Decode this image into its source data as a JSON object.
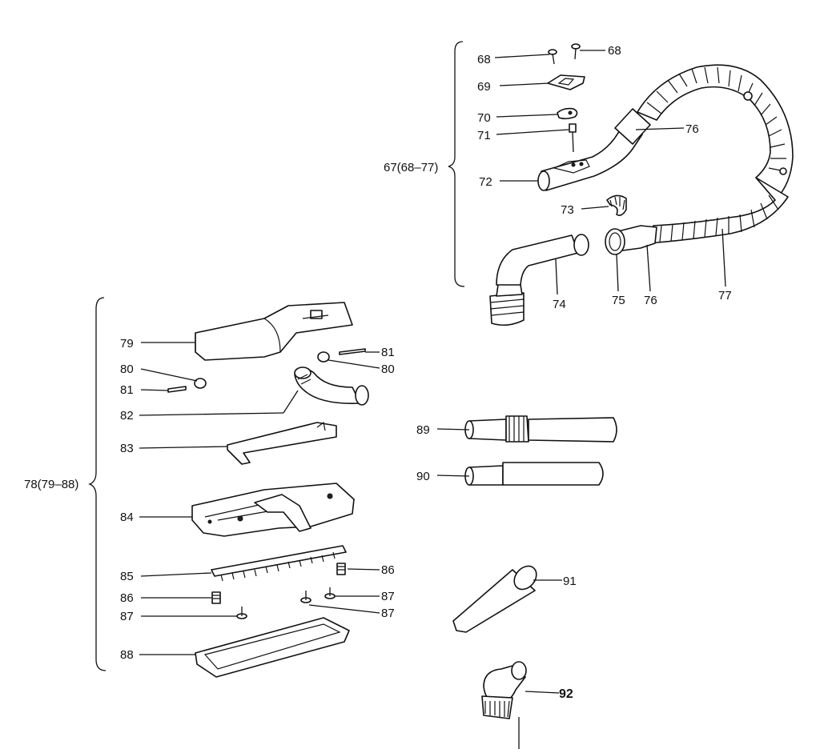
{
  "groups": {
    "hose_assembly": "67(68–77)",
    "nozzle_assembly": "78(79–88)"
  },
  "callouts": {
    "c68a": "68",
    "c68b": "68",
    "c69": "69",
    "c70": "70",
    "c71": "71",
    "c72": "72",
    "c73": "73",
    "c74": "74",
    "c75": "75",
    "c76a": "76",
    "c76b": "76",
    "c77": "77",
    "c79": "79",
    "c80a": "80",
    "c80b": "80",
    "c81a": "81",
    "c81b": "81",
    "c82": "82",
    "c83": "83",
    "c84": "84",
    "c85": "85",
    "c86a": "86",
    "c86b": "86",
    "c87a": "87",
    "c87b": "87",
    "c87c": "87",
    "c88": "88",
    "c89": "89",
    "c90": "90",
    "c91": "91",
    "c92": "92"
  }
}
